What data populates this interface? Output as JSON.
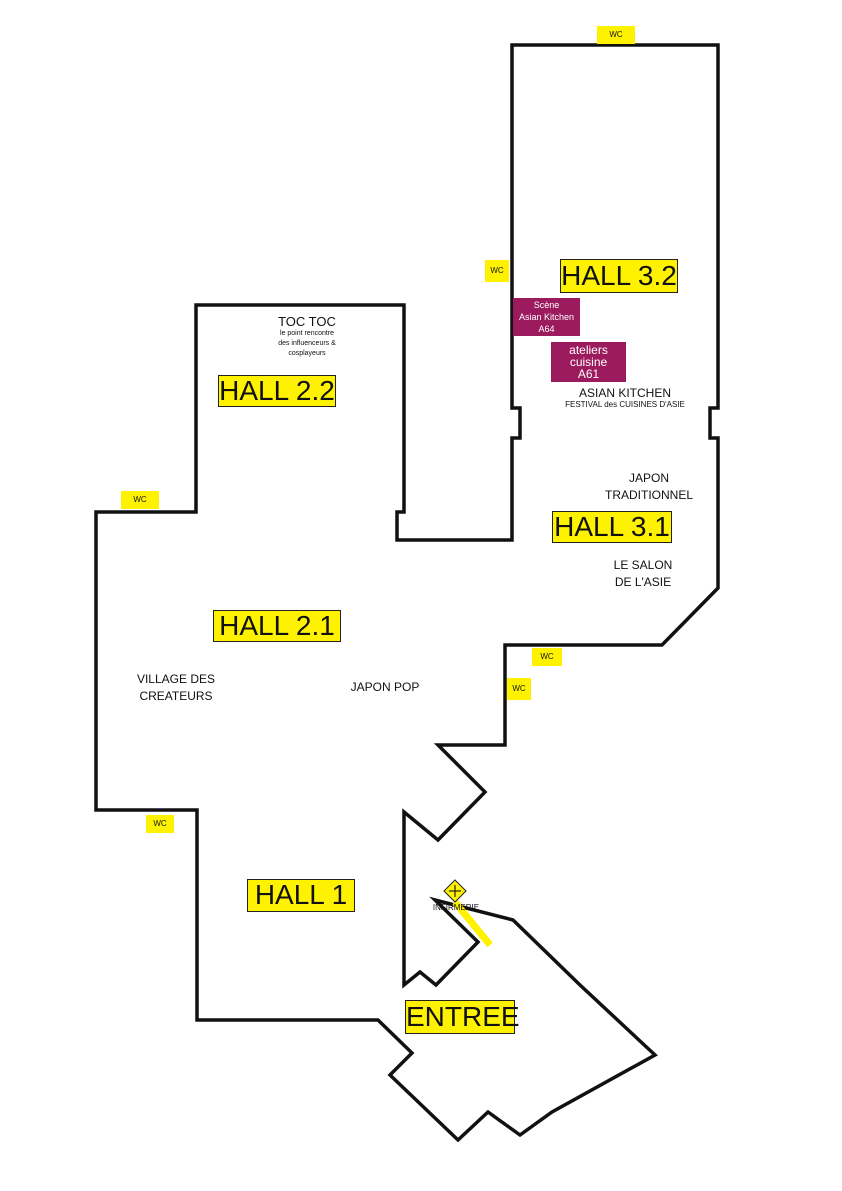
{
  "colors": {
    "label_bg": "#fff200",
    "booth_bg": "#9b1b5e",
    "outline": "#111111",
    "background": "#ffffff"
  },
  "halls": {
    "hall_3_2": "HALL 3.2",
    "hall_3_1": "HALL 3.1",
    "hall_2_2": "HALL 2.2",
    "hall_2_1": "HALL 2.1",
    "hall_1": "HALL 1",
    "entree": "ENTREE"
  },
  "wc_label": "WC",
  "areas": {
    "toc_toc": {
      "title": "TOC TOC",
      "subtitle_lines": [
        "le point rencontre",
        "des influenceurs &",
        "cosplayeurs"
      ]
    },
    "asian_kitchen": {
      "title": "ASIAN KITCHEN",
      "subtitle": "FESTIVAL des CUISINES D'ASIE"
    },
    "japon_traditionnel": [
      "JAPON",
      "TRADITIONNEL"
    ],
    "le_salon": [
      "LE SALON",
      "DE L'ASIE"
    ],
    "village": [
      "VILLAGE DES",
      "CREATEURS"
    ],
    "japon_pop": "JAPON POP",
    "infirmerie": "INFIRMERIE"
  },
  "booths": {
    "scene": [
      "Scène",
      "Asian Kitchen",
      "A64"
    ],
    "ateliers": [
      "ateliers",
      "cuisine",
      "A61"
    ]
  },
  "icons": {
    "infirmerie": "first-aid-cross-icon"
  }
}
